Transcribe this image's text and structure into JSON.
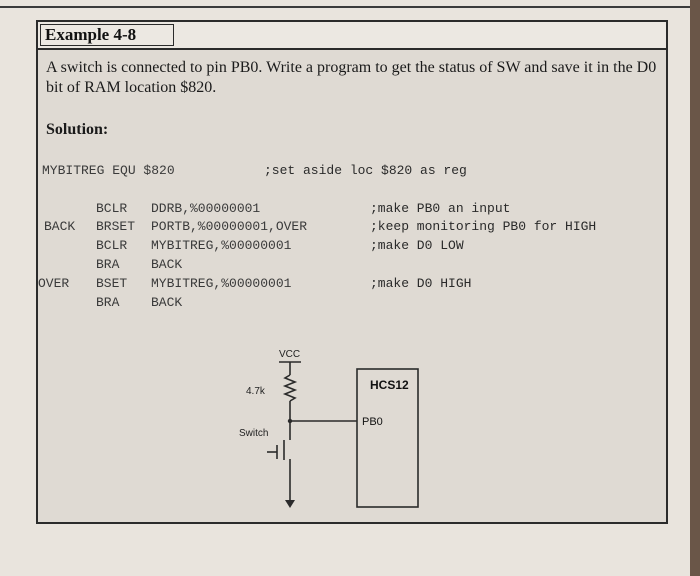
{
  "example": {
    "title": "Example 4-8",
    "problem": "A switch is connected to pin PB0. Write a program to get the status of SW and save it in the D0 bit of RAM location $820."
  },
  "solution": {
    "title": "Solution:",
    "equ_line": "MYBITREG EQU $820",
    "equ_comment": ";set aside loc $820 as reg",
    "lines": [
      {
        "label": "",
        "mnemonic": "BCLR",
        "operand": "DDRB,%00000001",
        "comment": ";make PB0 an input"
      },
      {
        "label": "BACK",
        "mnemonic": "BRSET",
        "operand": "PORTB,%00000001,OVER",
        "comment": ";keep monitoring PB0 for HIGH"
      },
      {
        "label": "",
        "mnemonic": "BCLR",
        "operand": "MYBITREG,%00000001",
        "comment": ";make D0 LOW"
      },
      {
        "label": "",
        "mnemonic": "BRA",
        "operand": "BACK",
        "comment": ""
      },
      {
        "label": "OVER",
        "mnemonic": "BSET",
        "operand": "MYBITREG,%00000001",
        "comment": ";make D0 HIGH"
      },
      {
        "label": "",
        "mnemonic": "BRA",
        "operand": "BACK",
        "comment": ""
      }
    ]
  },
  "diagram": {
    "vcc_label": "VCC",
    "resistor_label": "4.7k",
    "switch_label": "Switch",
    "chip_label": "HCS12",
    "pin_label": "PB0"
  }
}
